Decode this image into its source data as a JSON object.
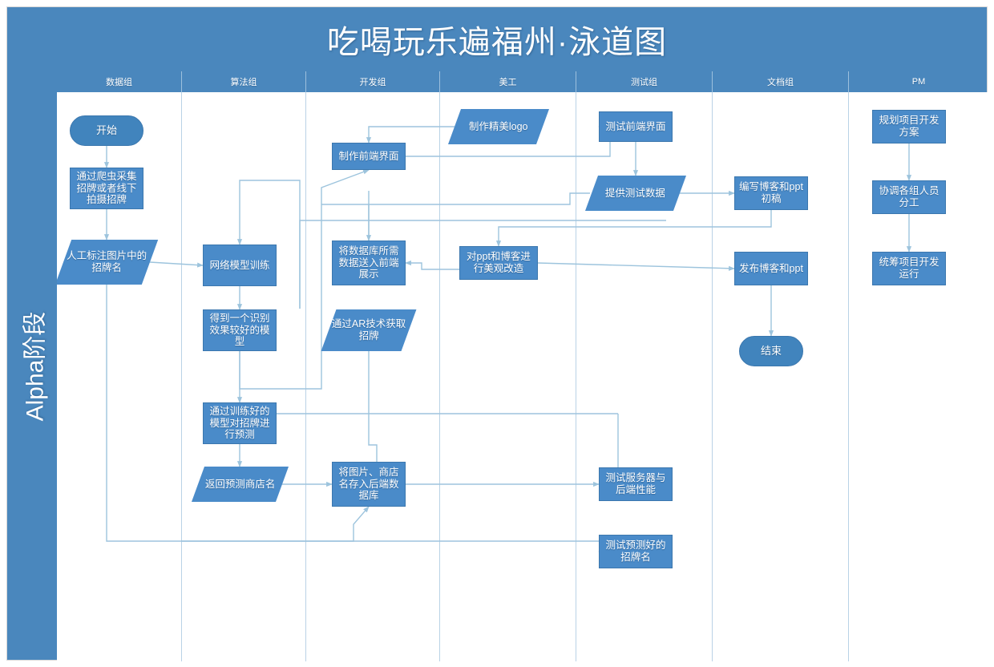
{
  "diagram": {
    "title": "吃喝玩乐遍福州·泳道图",
    "phase_label": "Alpha阶段",
    "type": "swimlane-flowchart",
    "colors": {
      "frame": "#4a87bd",
      "node_fill": "#4a8bc9",
      "node_border": "#3b77ae",
      "terminator_fill": "#4184bd",
      "connector": "#9dc4dd",
      "lane_divider": "#b9d2e6",
      "title_text": "#ffffff",
      "canvas": "#ffffff"
    }
  },
  "lanes": [
    {
      "id": "data",
      "label": "数据组"
    },
    {
      "id": "algo",
      "label": "算法组"
    },
    {
      "id": "dev",
      "label": "开发组"
    },
    {
      "id": "design",
      "label": "美工"
    },
    {
      "id": "test",
      "label": "测试组"
    },
    {
      "id": "doc",
      "label": "文档组"
    },
    {
      "id": "pm",
      "label": "PM"
    }
  ],
  "nodes": [
    {
      "id": "n1",
      "lane": "data",
      "shape": "terminator",
      "label": "开始"
    },
    {
      "id": "n2",
      "lane": "data",
      "shape": "process",
      "label": "通过爬虫采集招牌或者线下拍摄招牌"
    },
    {
      "id": "n3",
      "lane": "data",
      "shape": "io",
      "label": "人工标注图片中的招牌名"
    },
    {
      "id": "n4",
      "lane": "algo",
      "shape": "process",
      "label": "网络模型训练"
    },
    {
      "id": "n5",
      "lane": "algo",
      "shape": "process",
      "label": "得到一个识别效果较好的模型"
    },
    {
      "id": "n6",
      "lane": "algo",
      "shape": "process",
      "label": "通过训练好的模型对招牌进行预测"
    },
    {
      "id": "n7",
      "lane": "algo",
      "shape": "io",
      "label": "返回预测商店名"
    },
    {
      "id": "n8",
      "lane": "dev",
      "shape": "process",
      "label": "制作前端界面"
    },
    {
      "id": "n9",
      "lane": "dev",
      "shape": "process",
      "label": "将数据库所需数据送入前端展示"
    },
    {
      "id": "n10",
      "lane": "dev",
      "shape": "io",
      "label": "通过AR技术获取招牌"
    },
    {
      "id": "n11",
      "lane": "dev",
      "shape": "process",
      "label": "将图片、商店名存入后端数据库"
    },
    {
      "id": "n12",
      "lane": "design",
      "shape": "io",
      "label": "制作精美logo"
    },
    {
      "id": "n13",
      "lane": "design",
      "shape": "process",
      "label": "对ppt和博客进行美观改造"
    },
    {
      "id": "n14",
      "lane": "test",
      "shape": "process",
      "label": "测试前端界面"
    },
    {
      "id": "n15",
      "lane": "test",
      "shape": "io",
      "label": "提供测试数据"
    },
    {
      "id": "n16",
      "lane": "test",
      "shape": "process",
      "label": "测试服务器与后端性能"
    },
    {
      "id": "n17",
      "lane": "test",
      "shape": "process",
      "label": "测试预测好的招牌名"
    },
    {
      "id": "n18",
      "lane": "doc",
      "shape": "process",
      "label": "编写博客和ppt初稿"
    },
    {
      "id": "n19",
      "lane": "doc",
      "shape": "process",
      "label": "发布博客和ppt"
    },
    {
      "id": "n20",
      "lane": "doc",
      "shape": "terminator",
      "label": "结束"
    },
    {
      "id": "n21",
      "lane": "pm",
      "shape": "process",
      "label": "规划项目开发方案"
    },
    {
      "id": "n22",
      "lane": "pm",
      "shape": "process",
      "label": "协调各组人员分工"
    },
    {
      "id": "n23",
      "lane": "pm",
      "shape": "process",
      "label": "统筹项目开发运行"
    }
  ]
}
